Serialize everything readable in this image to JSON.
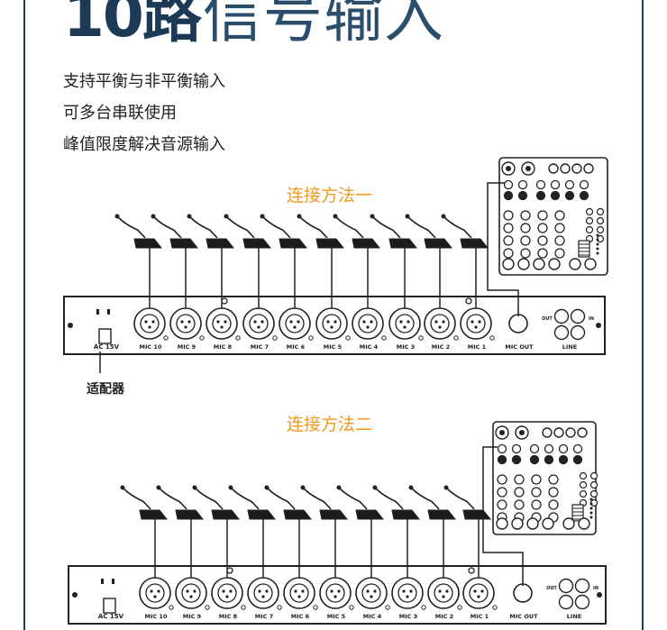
{
  "header": {
    "title_number": "10",
    "title_bold": "路",
    "title_light": "信号输入"
  },
  "features": [
    "支持平衡与非平衡输入",
    "可多台串联使用",
    "峰值限度解决音源输入"
  ],
  "methods": [
    {
      "label": "连接方法一"
    },
    {
      "label": "连接方法二"
    }
  ],
  "device": {
    "mic_labels": [
      "MIC 10",
      "MIC 9",
      "MIC 8",
      "MIC 7",
      "MIC 6",
      "MIC 5",
      "MIC 4",
      "MIC 3",
      "MIC 2",
      "MIC 1"
    ],
    "mic_out_label": "MIC OUT",
    "line_label": "LINE",
    "out_label": "OUT",
    "in_label": "IN",
    "power_label": "AC 15V"
  },
  "adapter_label": "适配器",
  "colors": {
    "title": "#1c3a56",
    "method": "#f39a1e",
    "line": "#222222"
  }
}
